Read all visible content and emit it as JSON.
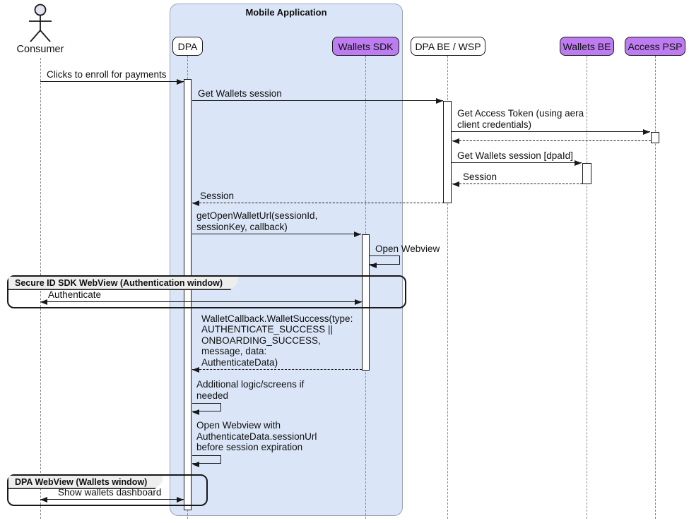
{
  "frame": {
    "title": "Mobile Application"
  },
  "actor": {
    "name": "Consumer"
  },
  "participants": [
    {
      "name": "DPA",
      "accent": false,
      "in_frame": true
    },
    {
      "name": "Wallets SDK",
      "accent": true,
      "in_frame": true
    },
    {
      "name": "DPA BE / WSP",
      "accent": false,
      "in_frame": false
    },
    {
      "name": "Wallets BE",
      "accent": true,
      "in_frame": false
    },
    {
      "name": "Access PSP",
      "accent": true,
      "in_frame": false
    }
  ],
  "messages": [
    {
      "from": "Consumer",
      "to": "DPA",
      "type": "solid",
      "label": "Clicks to enroll for payments"
    },
    {
      "from": "DPA",
      "to": "DPA BE / WSP",
      "type": "solid",
      "label": "Get Wallets session"
    },
    {
      "from": "DPA BE / WSP",
      "to": "Access PSP",
      "type": "solid",
      "label": "Get Access Token (using aera\nclient credentials)"
    },
    {
      "from": "Access PSP",
      "to": "DPA BE / WSP",
      "type": "dashed",
      "label": ""
    },
    {
      "from": "DPA BE / WSP",
      "to": "Wallets BE",
      "type": "solid",
      "label": "Get Wallets session [dpaId]"
    },
    {
      "from": "Wallets BE",
      "to": "DPA BE / WSP",
      "type": "dashed",
      "label": "Session"
    },
    {
      "from": "DPA BE / WSP",
      "to": "DPA",
      "type": "dashed",
      "label": "Session"
    },
    {
      "from": "DPA",
      "to": "Wallets SDK",
      "type": "solid",
      "label": "getOpenWalletUrl(sessionId,\nsessionKey, callback)"
    },
    {
      "from": "Wallets SDK",
      "to": "Wallets SDK",
      "type": "self",
      "label": "Open Webview"
    },
    {
      "from": "Consumer",
      "to": "Wallets SDK",
      "type": "bidirectional",
      "label": "Authenticate"
    },
    {
      "from": "Wallets SDK",
      "to": "DPA",
      "type": "dashed",
      "label": "WalletCallback.WalletSuccess(type:\nAUTHENTICATE_SUCCESS ||\nONBOARDING_SUCCESS,\nmessage, data:\nAuthenticateData)"
    },
    {
      "from": "DPA",
      "to": "DPA",
      "type": "self",
      "label": "Additional logic/screens if\nneeded"
    },
    {
      "from": "DPA",
      "to": "DPA",
      "type": "self",
      "label": "Open Webview with\nAuthenticateData.sessionUrl\nbefore session expiration"
    },
    {
      "from": "Consumer",
      "to": "DPA",
      "type": "bidirectional",
      "label": "Show wallets dashboard"
    }
  ],
  "groups": [
    {
      "label": "Secure ID SDK WebView (Authentication window)"
    },
    {
      "label": "DPA WebView (Wallets window)"
    }
  ],
  "theme": {
    "frame-fill": "#DAE6F8",
    "frame-border": "#9BA3B2",
    "participant-fill": "#FEFEFE",
    "participant-accent-fill": "#BD7CF0",
    "border": "#181818",
    "lifeline": "#8A8A8A",
    "group-tab-fill": "#EEEEEE",
    "text": "#101010"
  }
}
